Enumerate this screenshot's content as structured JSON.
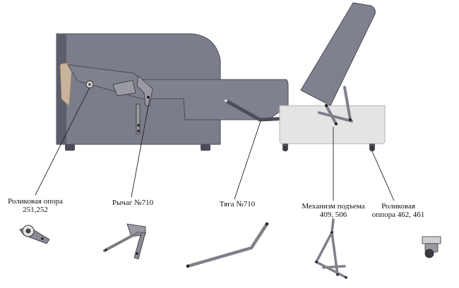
{
  "colors": {
    "frame_dark": "#5d5e6b",
    "frame_light": "#7c7d8a",
    "panel": "#80818f",
    "box_fill": "#e4e4e4",
    "box_stroke": "#b5b5b5",
    "metal": "#8a8a95",
    "leader": "#222222",
    "wood": "#c9b39a"
  },
  "labels": {
    "roller_support_1": {
      "line1": "Роликовая опора",
      "line2": "251,252"
    },
    "lever": {
      "line1": "Рычаг №710"
    },
    "rod": {
      "line1": "Тяга №710"
    },
    "lift_mechanism": {
      "line1": "Механизм подъема",
      "line2": "409, 506"
    },
    "roller_support_2": {
      "line1": "Роликовая",
      "line2": "оппора 462, 461"
    }
  }
}
